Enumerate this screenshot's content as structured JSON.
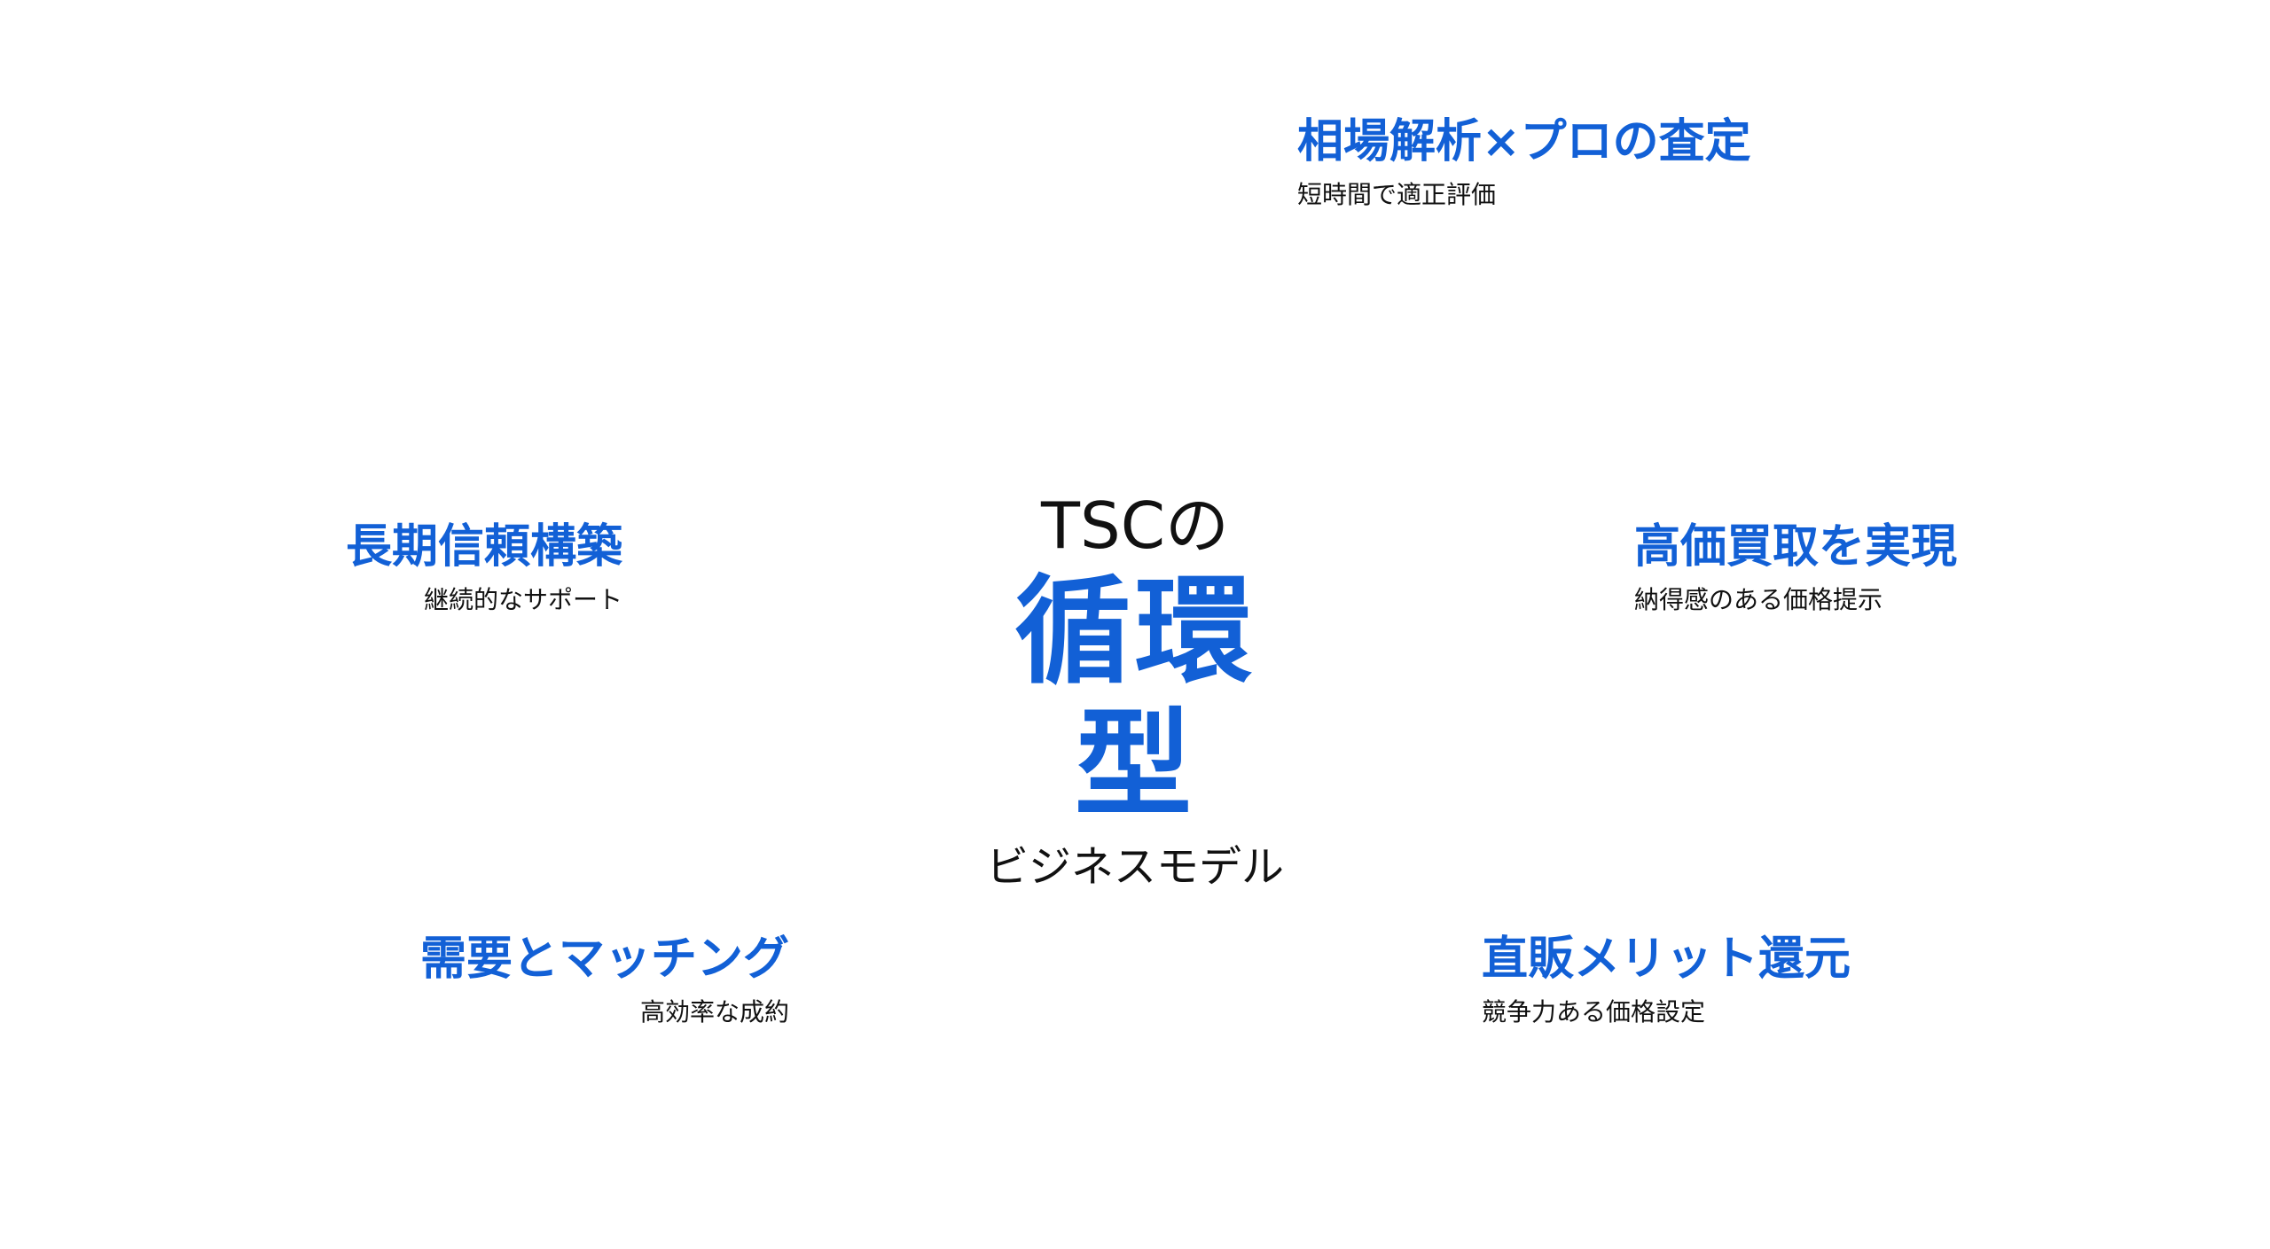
{
  "colors": {
    "accent": "#1260d6",
    "text": "#111111",
    "background": "#ffffff"
  },
  "center": {
    "prefix": "TSCの",
    "main": "循環型",
    "suffix": "ビジネスモデル"
  },
  "nodes": {
    "top": {
      "title": "相場解析×プロの査定",
      "subtitle": "短時間で適正評価"
    },
    "right": {
      "title": "高価買取を実現",
      "subtitle": "納得感のある価格提示"
    },
    "bottom_right": {
      "title": "直販メリット還元",
      "subtitle": "競争力ある価格設定"
    },
    "bottom_left": {
      "title": "需要とマッチング",
      "subtitle": "高効率な成約"
    },
    "left": {
      "title": "長期信頼構築",
      "subtitle": "継続的なサポート"
    }
  }
}
